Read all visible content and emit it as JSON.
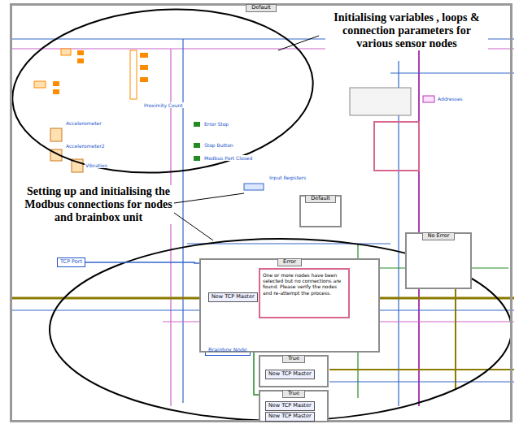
{
  "diagram": {
    "nodes": [
      {
        "text": [
          "Default"
        ]
      },
      {
        "text": [
          "TCP Port"
        ],
        "in": 0
      },
      {
        "text": [
          "Brainbox Node"
        ],
        "in": 0
      },
      {
        "text": [
          "Error"
        ],
        "in": 0
      },
      {
        "text": [
          "One or more nodes have been selected but no connections are found. Please verify the nodes and re-attempt the process."
        ],
        "in": 3
      },
      {
        "text": [
          "New TCP Master"
        ],
        "in": 3
      },
      {
        "text": [
          "True"
        ],
        "in": 0
      },
      {
        "text": [
          "New TCP Master"
        ],
        "in": 6
      },
      {
        "text": [
          "True"
        ],
        "in": 0
      },
      {
        "text": [
          "New TCP Master"
        ],
        "in": 8
      },
      {
        "text": [
          "New TCP Master"
        ],
        "in": 8
      },
      {
        "text": [
          "Default"
        ],
        "in": 0
      },
      {
        "text": [
          "No Error"
        ],
        "in": 0
      }
    ],
    "edges": [
      {
        "from": 1,
        "to": 3,
        "arrow": "none"
      },
      {
        "from": 2,
        "to": 8,
        "arrow": "none"
      }
    ],
    "labels": [
      "Initialising variables , loops & connection parameters for various sensor nodes",
      "Setting up and initialising the Modbus connections for nodes and brainbox unit",
      "Proximity Count",
      "Accelerometer",
      "Accelerometer2",
      "Vibration",
      "Error Stop",
      "Stop Button",
      "Modbus Port Closed",
      "Input Registers",
      "Addresses"
    ]
  }
}
